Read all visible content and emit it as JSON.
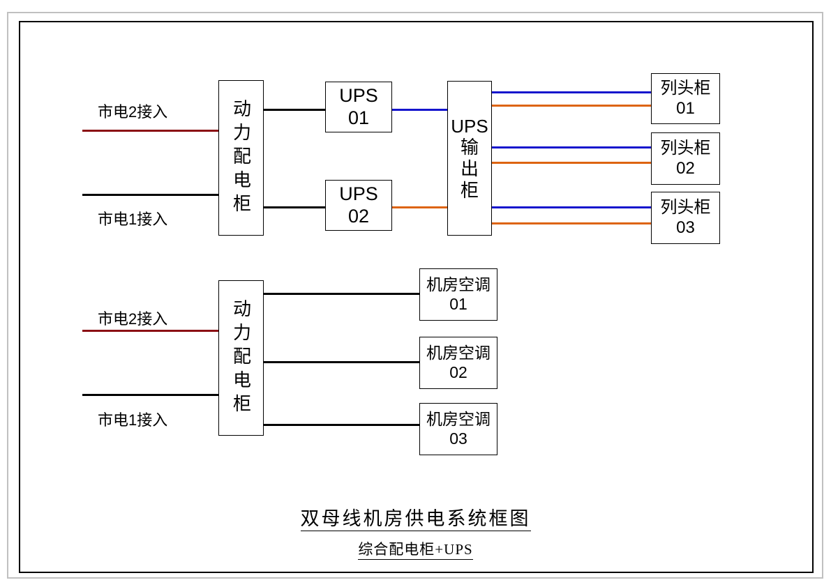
{
  "diagram": {
    "title": "双母线机房供电系统框图",
    "subtitle": "综合配电柜+UPS",
    "colors": {
      "mains2_line": "#8b0f14",
      "mains1_line": "#000000",
      "bus_a": "#1414cd",
      "bus_b": "#dd6411",
      "box_border": "#000000",
      "outer_frame": "#c0c0c0"
    },
    "upper_section": {
      "mains2_label": "市电2接入",
      "mains1_label": "市电1接入",
      "power_cabinet": "动力配电柜",
      "ups_units": [
        {
          "name": "UPS",
          "id": "01"
        },
        {
          "name": "UPS",
          "id": "02"
        }
      ],
      "ups_output_cabinet": {
        "line1": "UPS",
        "line2": "输",
        "line3": "出",
        "line4": "柜"
      },
      "row_cabinets": [
        {
          "name": "列头柜",
          "id": "01"
        },
        {
          "name": "列头柜",
          "id": "02"
        },
        {
          "name": "列头柜",
          "id": "03"
        }
      ]
    },
    "lower_section": {
      "mains2_label": "市电2接入",
      "mains1_label": "市电1接入",
      "power_cabinet": "动力配电柜",
      "air_conditioners": [
        {
          "name": "机房空调",
          "id": "01"
        },
        {
          "name": "机房空调",
          "id": "02"
        },
        {
          "name": "机房空调",
          "id": "03"
        }
      ]
    }
  }
}
